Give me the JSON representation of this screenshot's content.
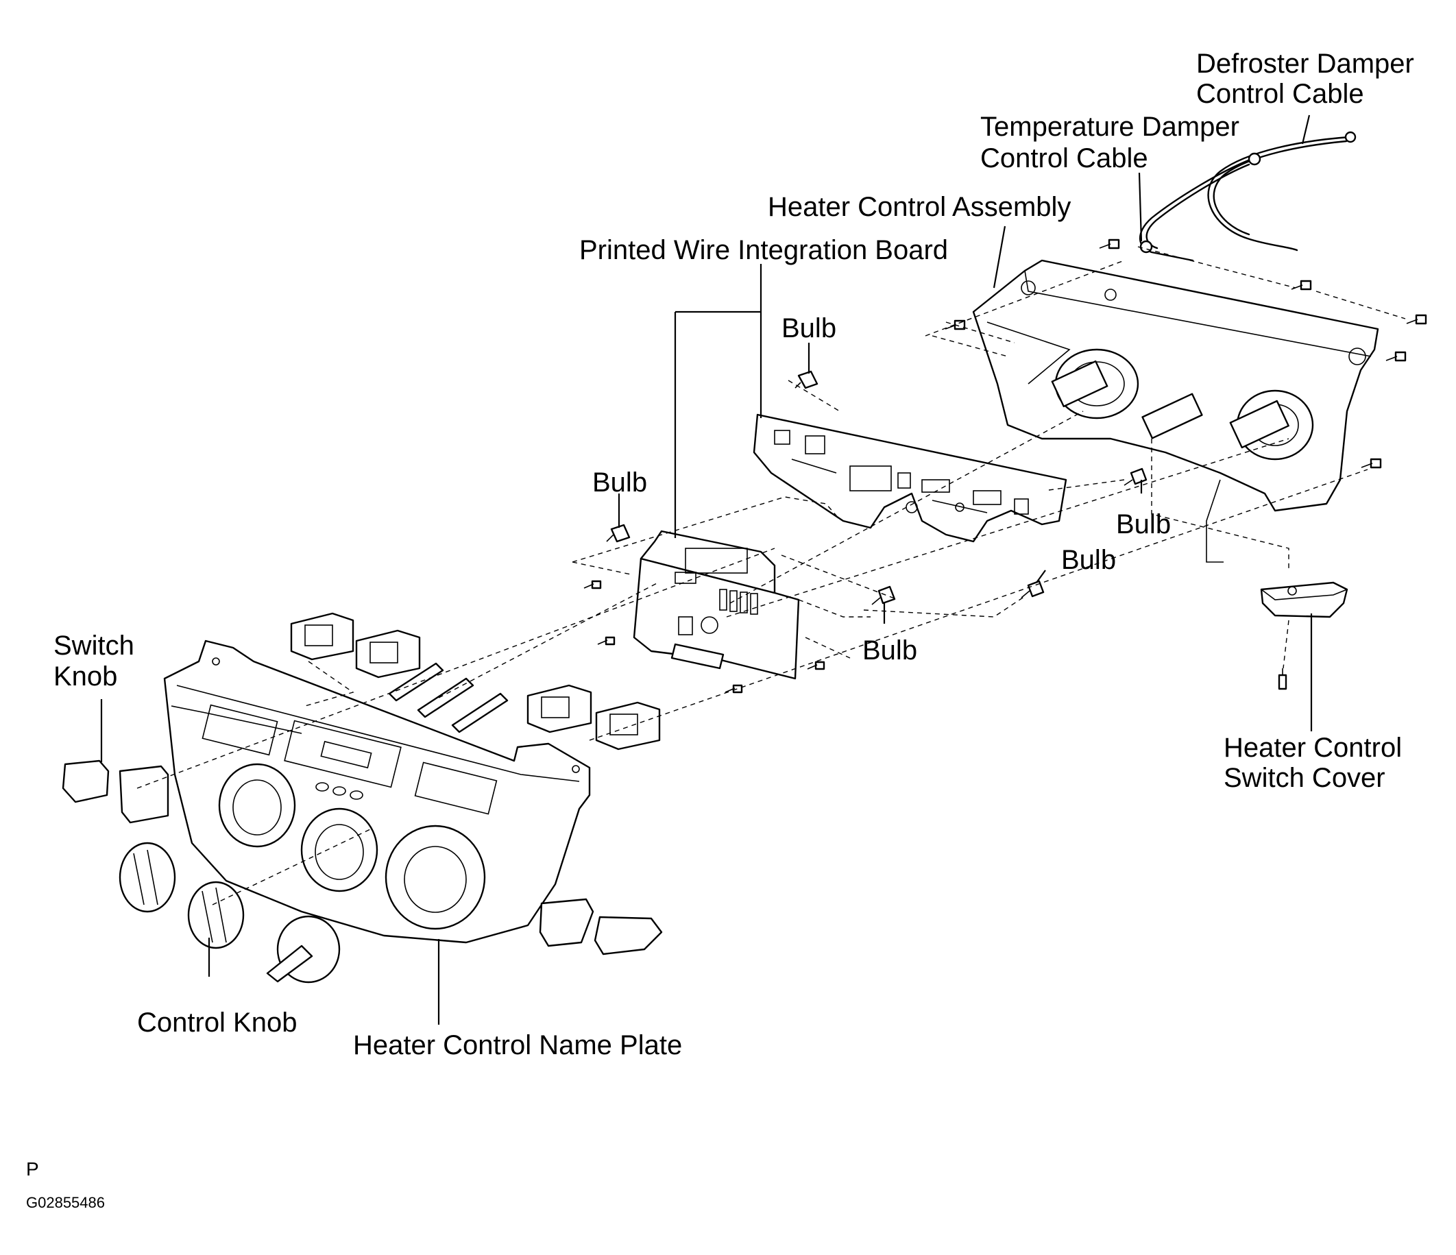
{
  "labels": {
    "defroster_cable": [
      "Defroster Damper",
      "Control Cable"
    ],
    "temperature_cable": [
      "Temperature Damper",
      "Control Cable"
    ],
    "heater_control_assembly": "Heater Control Assembly",
    "printed_wire_board": "Printed Wire Integration Board",
    "bulb": "Bulb",
    "switch_knob": [
      "Switch",
      "Knob"
    ],
    "heater_control_switch_cover": [
      "Heater Control",
      "Switch Cover"
    ],
    "control_knob": "Control Knob",
    "heater_control_name_plate": "Heater Control Name Plate"
  },
  "footer": {
    "page_letter": "P",
    "figure_code": "G02855486"
  }
}
